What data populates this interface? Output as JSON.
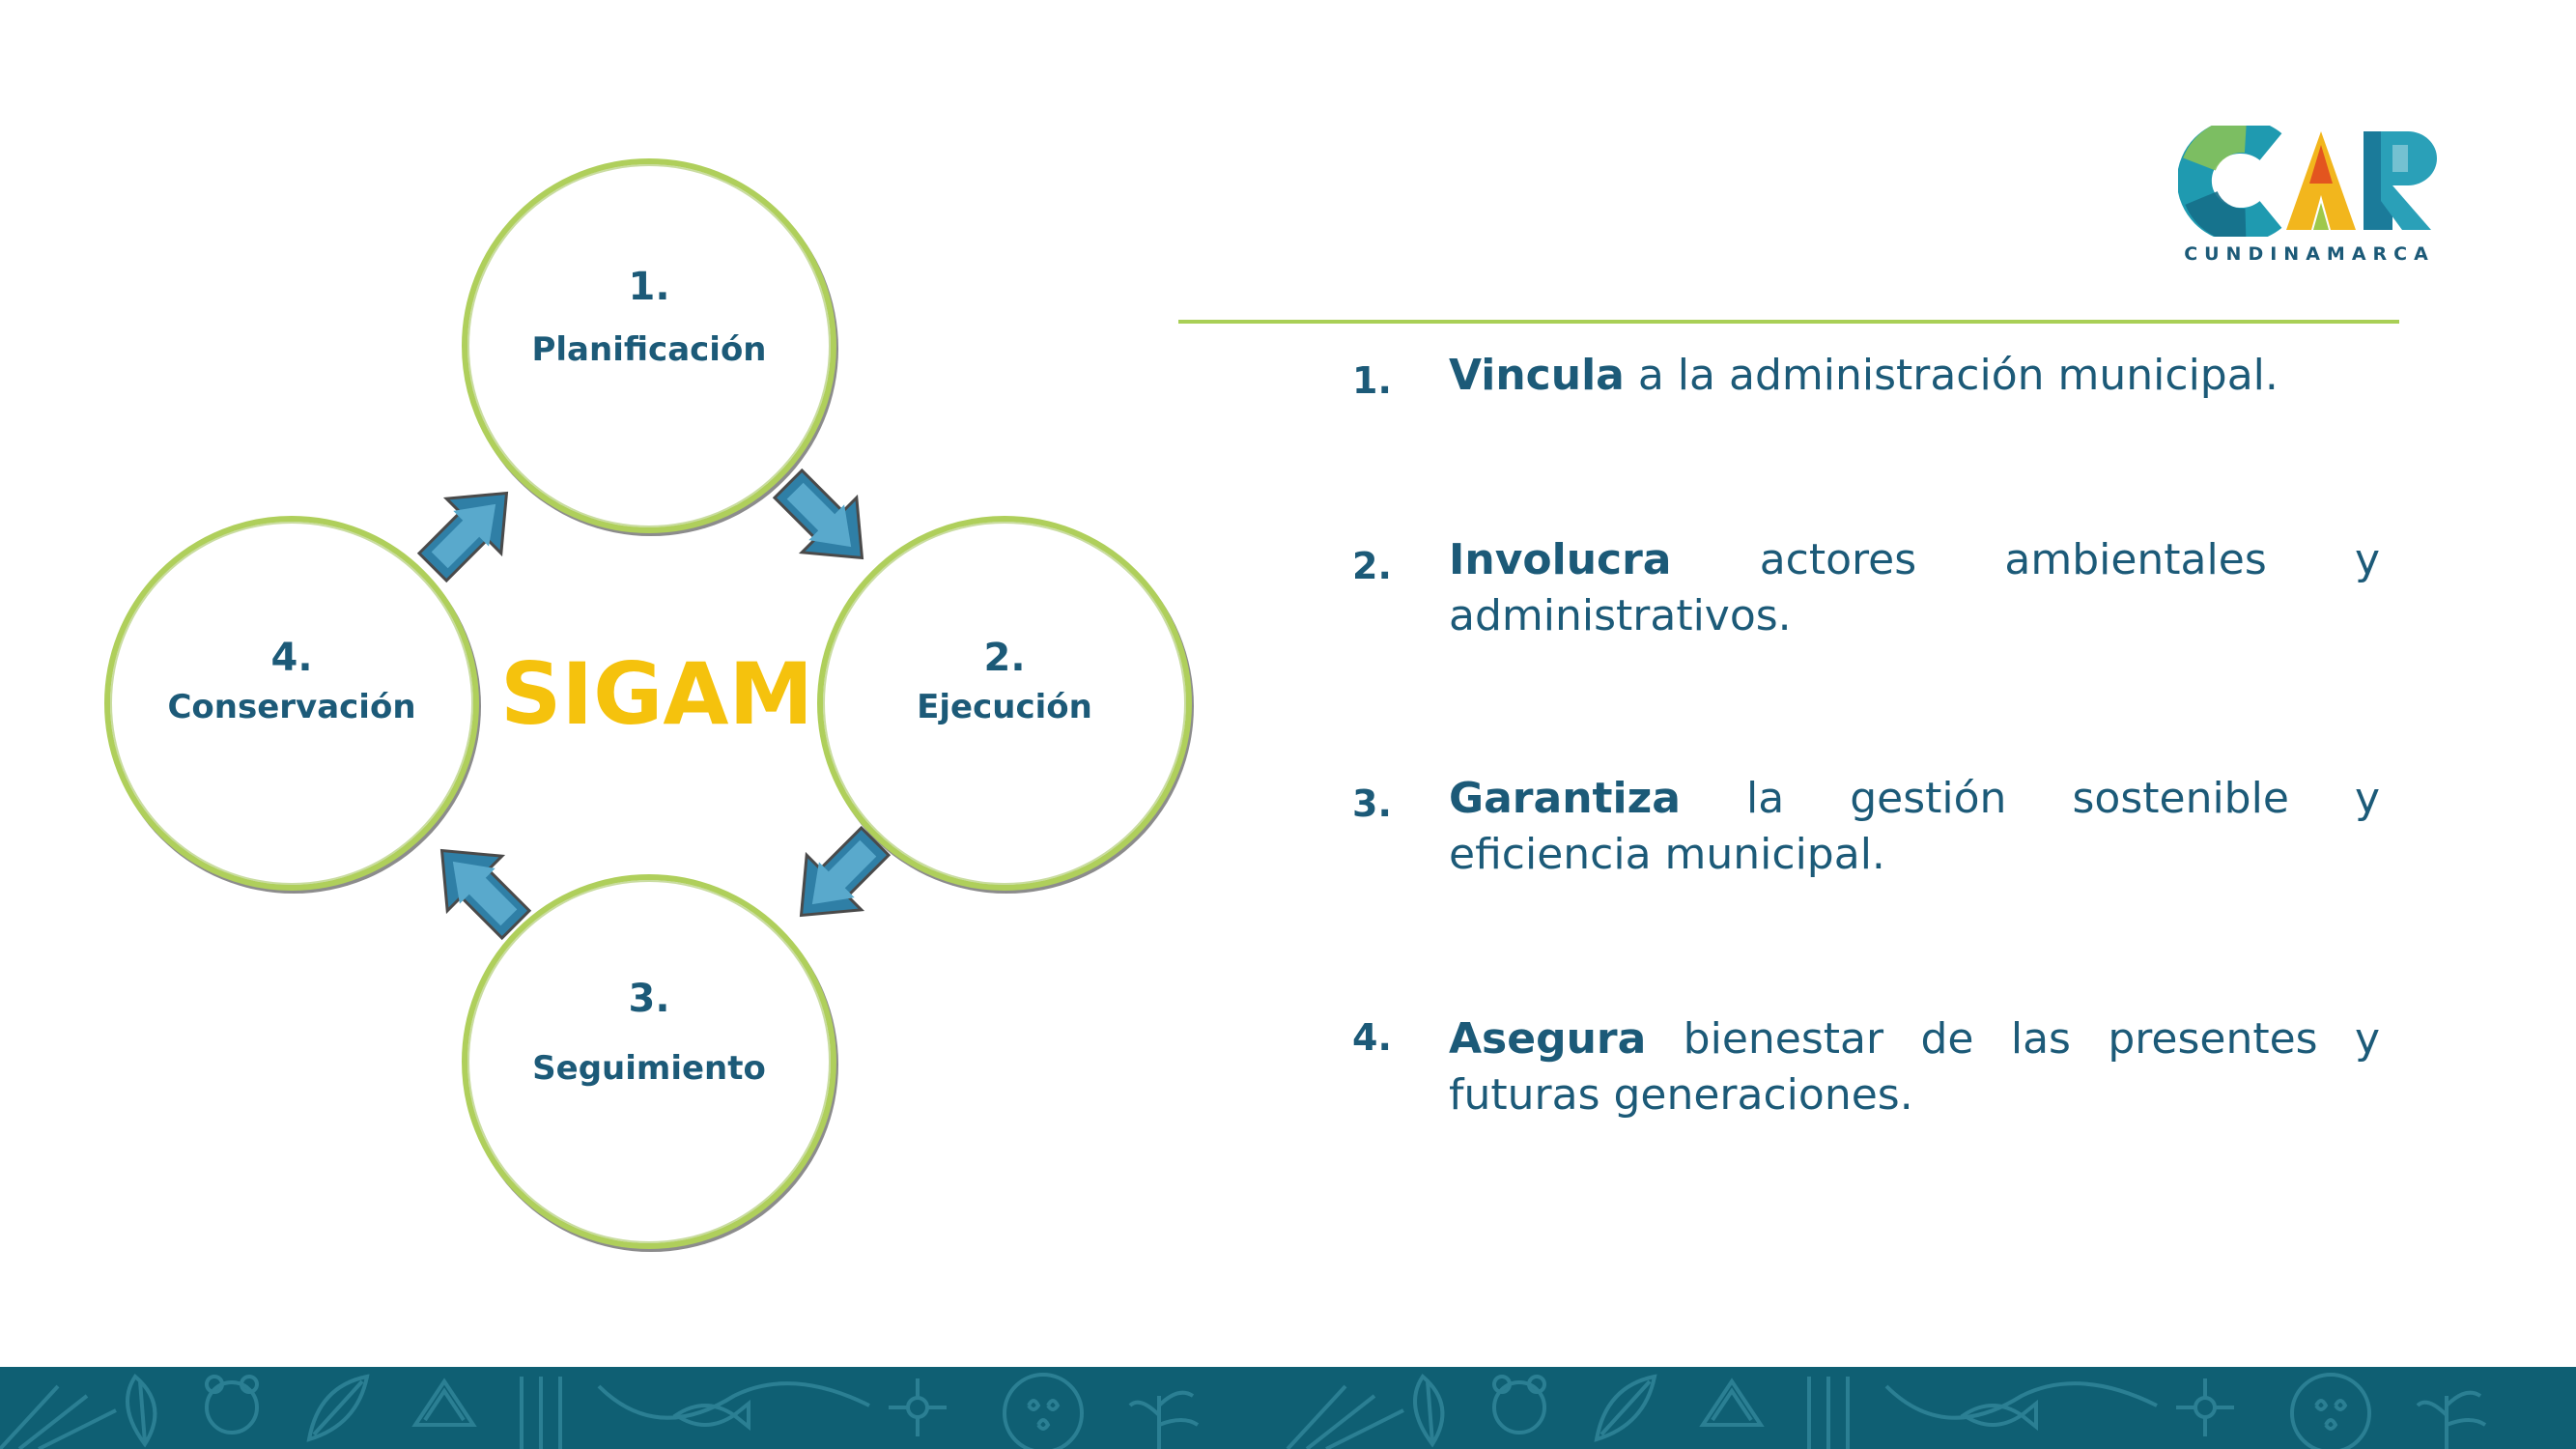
{
  "logo": {
    "wordmark": "CAR",
    "caption": "CUNDINAMARCA"
  },
  "diagram": {
    "center": "SIGAM",
    "steps": [
      {
        "num": "1.",
        "label": "Planificación"
      },
      {
        "num": "2.",
        "label": "Ejecución"
      },
      {
        "num": "3.",
        "label": "Seguimiento"
      },
      {
        "num": "4.",
        "label": "Conservación"
      }
    ]
  },
  "list": [
    {
      "num": "1.",
      "bold": "Vincula",
      "rest": " a la administración municipal."
    },
    {
      "num": "2.",
      "bold": "Involucra",
      "rest": " actores ambientales y administrativos."
    },
    {
      "num": "3.",
      "bold": "Garantiza",
      "rest": " la gestión sostenible y eficiencia municipal."
    },
    {
      "num": "4.",
      "bold": "Asegura",
      "rest": " bienestar de las presentes y futuras generaciones."
    }
  ],
  "colors": {
    "primary": "#1c5a78",
    "accent_yellow": "#f5c20d",
    "accent_green": "#afcf5b",
    "band": "#0f5f73",
    "arrow": "#2f7fa6"
  },
  "icons": [
    "recycle-icon",
    "leaf-icon",
    "fish-icon",
    "raindrops-icon",
    "bear-icon",
    "sun-icon",
    "flower-icon",
    "wave-icon"
  ]
}
